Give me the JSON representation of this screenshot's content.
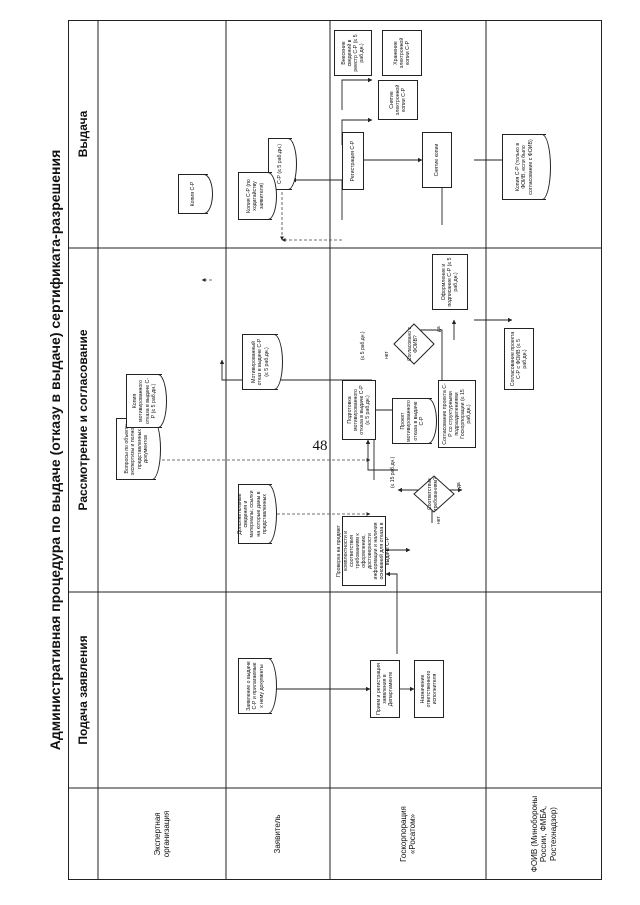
{
  "page_number": "48",
  "title": "Административная процедура по выдаче (отказу в выдаче) сертификата-разрешения",
  "phases": [
    {
      "label": "Подача заявления"
    },
    {
      "label": "Рассмотрение и согласование"
    },
    {
      "label": "Выдача"
    }
  ],
  "lanes": [
    {
      "label": "Экспертная организация"
    },
    {
      "label": "Заявитель"
    },
    {
      "label": "Госкорпорация «Росатом»"
    },
    {
      "label": "ФОИВ (Минобороны России, ФМБА, Ростехнадзор)"
    }
  ],
  "nodes": {
    "application": "Заявление о выдаче С-Р и прилагаемые к нему документы",
    "reception": "Прием и регистрация заявления в Департаменте",
    "assign": "Назначение ответственного исполнителя",
    "check": "Проверка на предмет комплектности и соответствия требованиям к оформлению, достоверности информации и наличия оснований для отказа в выдаче С-Р",
    "additional_docs": "Дополнительные сведения и материалы, ссылки на которые даны в представленных документах",
    "expert_questions": "Вопросы по объекту экспертизы и полноте представленных документов",
    "compliance": "Соответствие требованиям?",
    "refusal_prep": "Подготовка мотивированного отказа в выдаче С-Р (≤ 5 раб.дн.)",
    "refusal_copy": "Копия мотивированного отказа в выдаче С-Р (≤ 5 раб.дн.)",
    "refusal_letter": "Мотивированный отказ в выдаче С-Р (≤ 5 раб.дн.)",
    "draft_sr": "Проект мотивированного отказа в выдаче С-Р",
    "draft_coordination": "Согласование проекта С-Р со структурными подразделениями Госкорпорации (≤ 15 раб.дн.)",
    "foiv_coordination": "Согласование проекта С-Р с ФОИВ (≤ 5 раб.дн.)",
    "agreed": "Согласовано с ФОИВ?",
    "formalize": "Оформление и подписание С-Р (≤ 5 раб.дн.)",
    "registration": "Регистрация С-Р",
    "sr_output": "С-Р (≤ 5 раб.дн.)",
    "sr_copy_applicant": "Копия С-Р",
    "sr_copy_expert": "Копия С-Р (по ходатайству заявителя)",
    "scan": "Снятие копии",
    "scan_electronic": "Снятие электронной копии С-Р",
    "registry": "Внесение сведений в реестр С-Р (≤ 5 раб.дн.)",
    "storage": "Хранение электронной копии С-Р",
    "sr_copy_foiv": "Копия С-Р (только в ФОИВ, если было согласование с ФОИВ)"
  },
  "edge_labels": {
    "no": "нет",
    "yes": "да",
    "days15": "(≤ 15 раб.дн.)",
    "days5": "(≤ 5 раб.дн.)"
  }
}
